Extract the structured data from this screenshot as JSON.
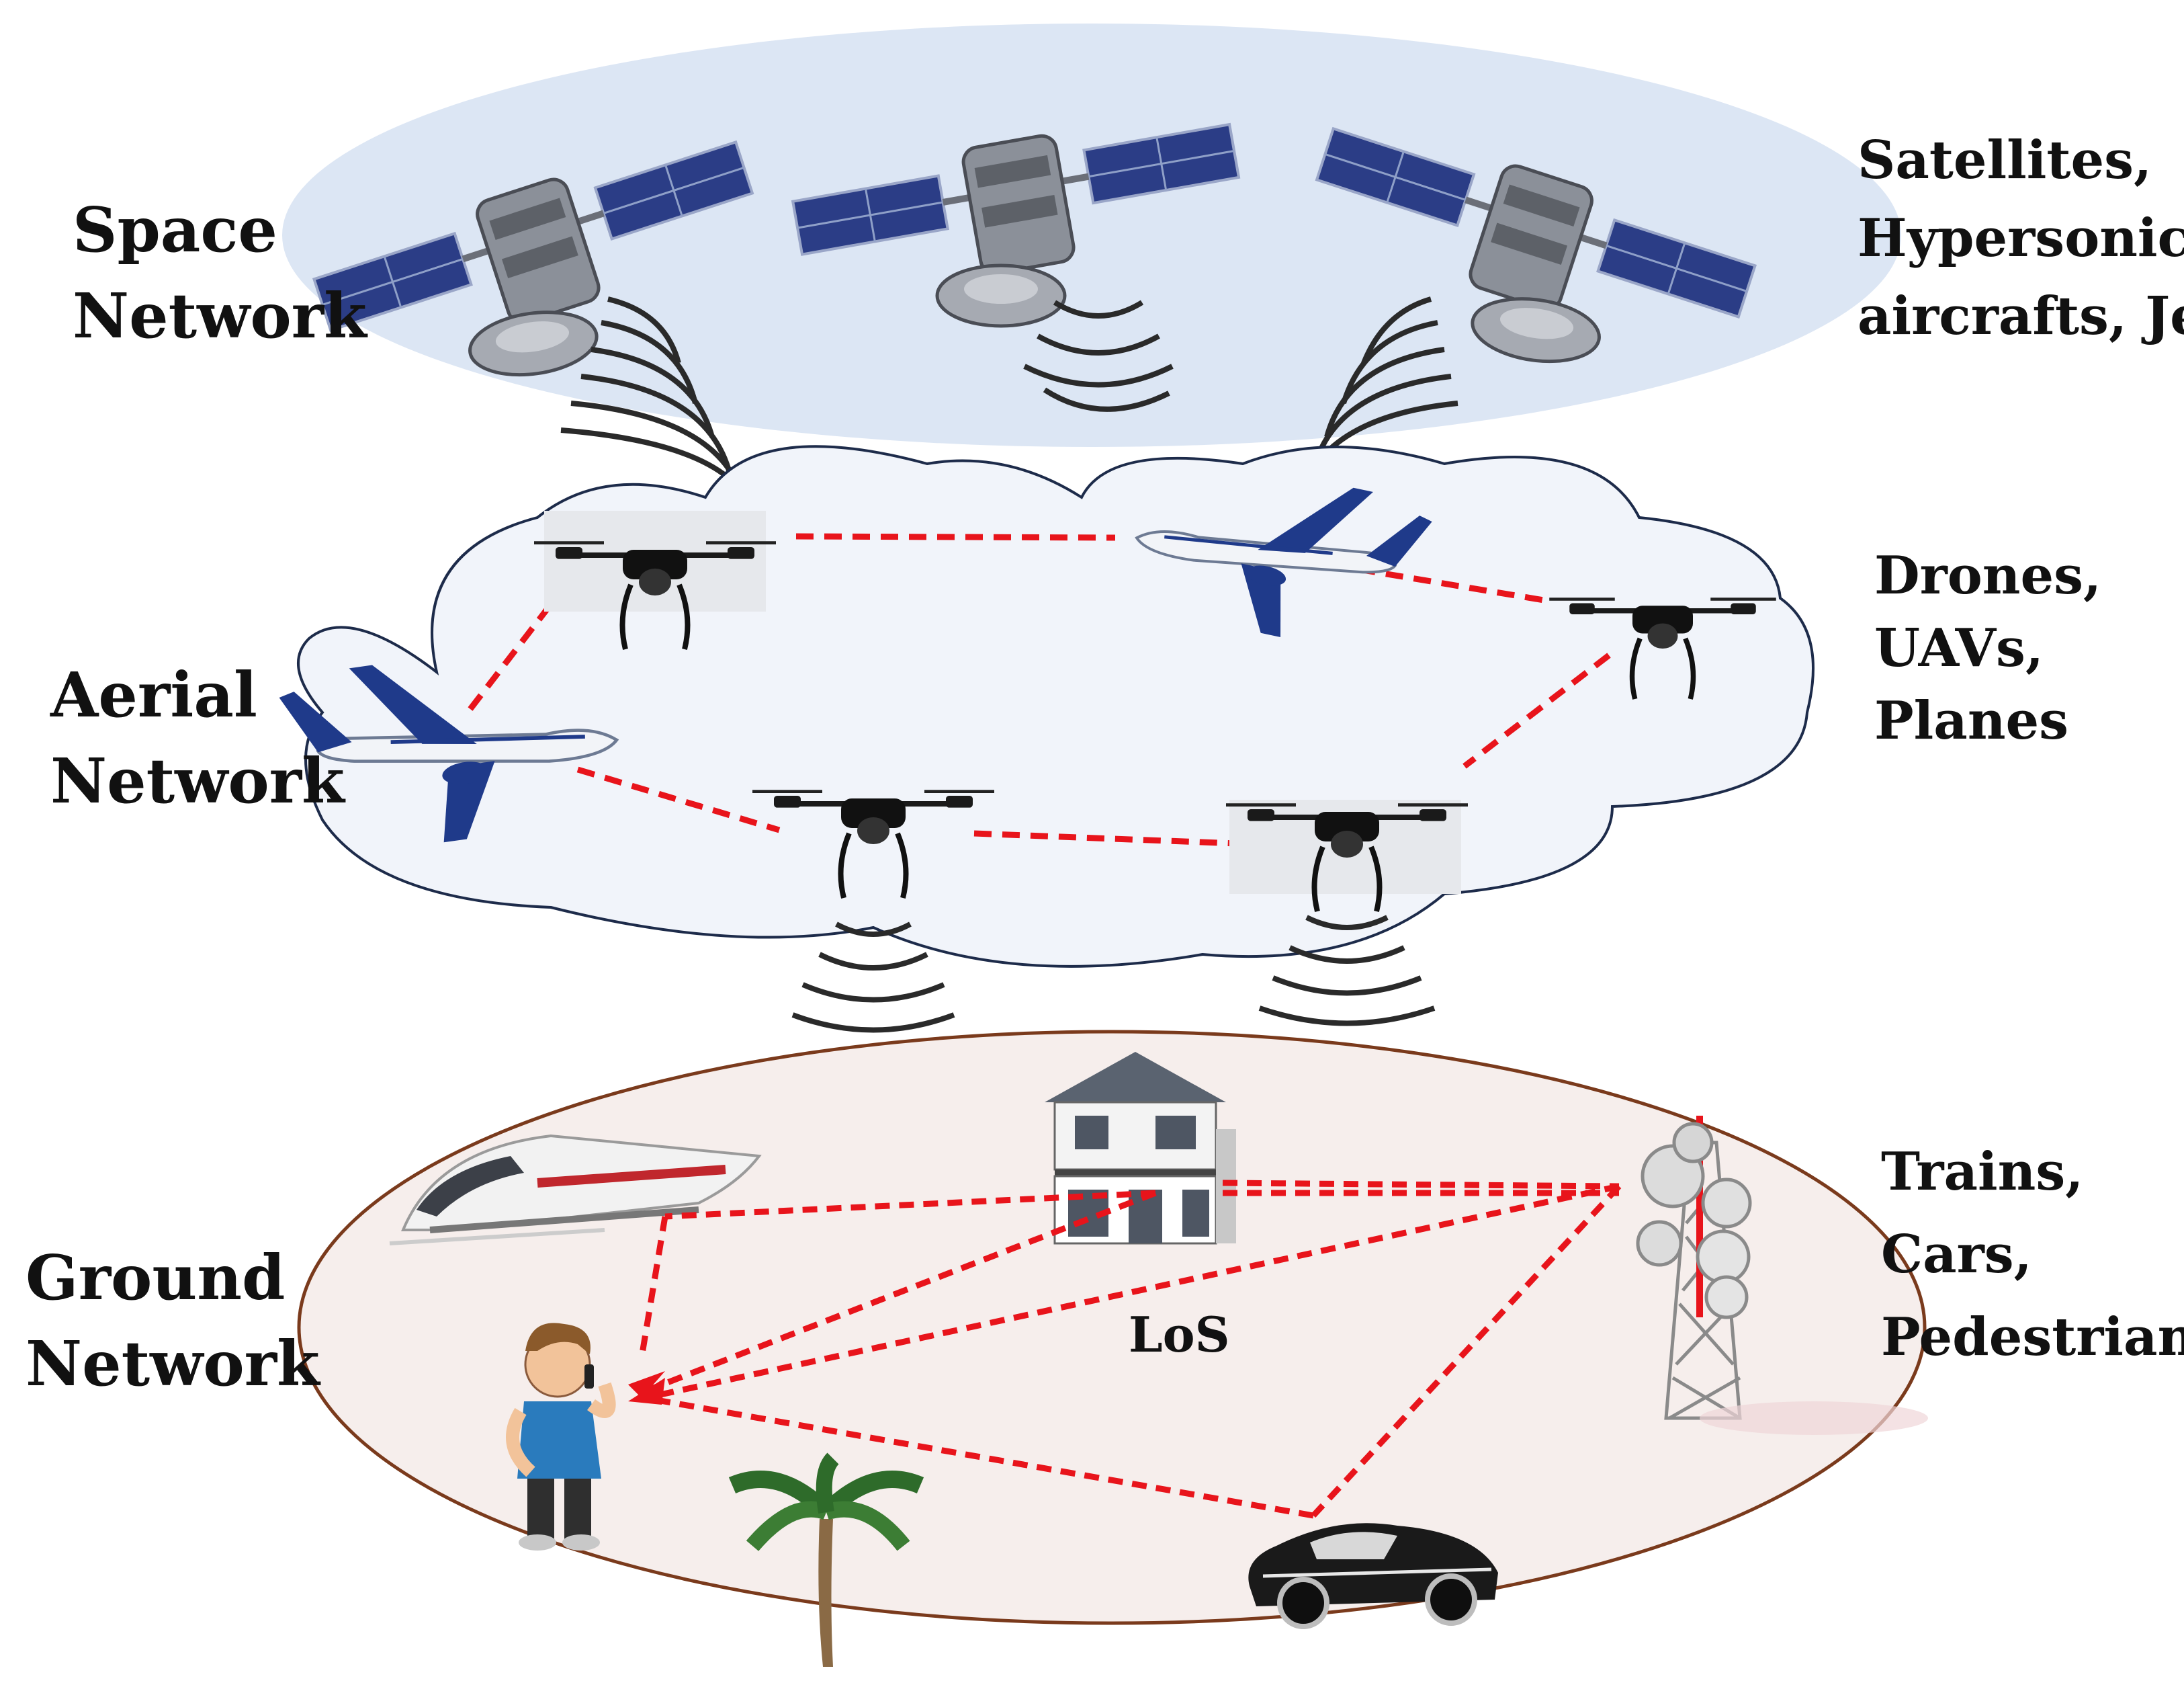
{
  "layers": {
    "space": {
      "title_line1": "Space",
      "title_line2": "Network",
      "desc_line1": "Satellites,",
      "desc_line2": "Hypersonic",
      "desc_line3": "aircrafts, Jets",
      "background_color": "#dce6f4"
    },
    "aerial": {
      "title_line1": "Aerial",
      "title_line2": "Network",
      "desc_line1": "Drones,",
      "desc_line2": "UAVs,",
      "desc_line3": "Planes",
      "background_color": "#f1f4fa"
    },
    "ground": {
      "title_line1": "Ground",
      "title_line2": "Network",
      "desc_line1": "Trains,",
      "desc_line2": "Cars,",
      "desc_line3": "Pedestrians",
      "background_color": "#f6eeec"
    }
  },
  "link_label": "LoS",
  "colors": {
    "link": "#e8141b",
    "ground_border": "#7a3a1c",
    "cloud_border": "#1d2b4a"
  },
  "icons": [
    "satellite-icon",
    "drone-icon",
    "airplane-icon",
    "signal-waves-icon",
    "house-icon",
    "train-icon",
    "cell-tower-icon",
    "person-on-phone-icon",
    "palm-tree-icon",
    "car-icon"
  ]
}
